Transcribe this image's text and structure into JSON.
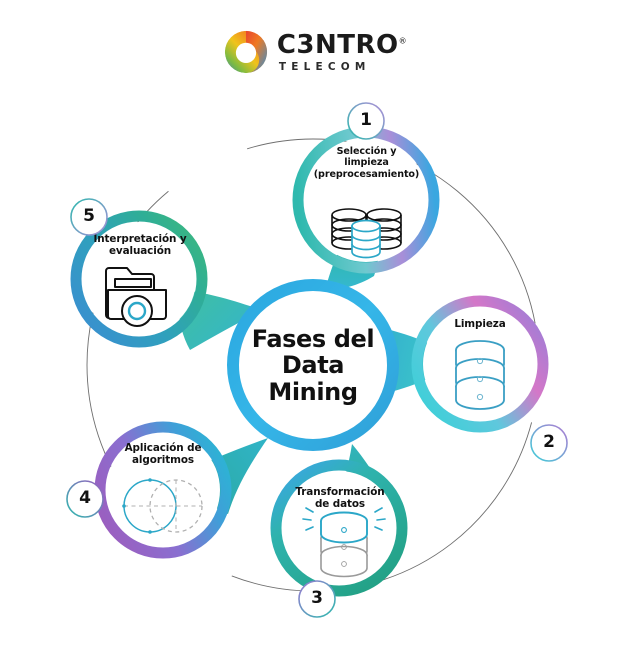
{
  "brand": {
    "logo_icon": "c3ntro-circle-logo",
    "name": "C3NTRO",
    "registered_mark": "®",
    "tagline": "TELECOM",
    "logo_colors": [
      "#7dbb42",
      "#f0c41b",
      "#f28b20",
      "#e8442f",
      "#2f8fd6",
      "#1a63a8"
    ]
  },
  "center": {
    "line1": "Fases del",
    "line2": "Data",
    "line3": "Mining",
    "ring_color_start": "#2ba7e0",
    "ring_color_end": "#39c0e8"
  },
  "diagram": {
    "type": "cycle-infographic",
    "step_count": 5,
    "outer_arc_color": "#6b6b6b",
    "background": "#ffffff"
  },
  "nodes": [
    {
      "number": "1",
      "label_lines": [
        "Selección y",
        "limpieza",
        "(preprocesamiento)"
      ],
      "icon": "stacked-databases-icon",
      "ring_start": "#2fb9ae",
      "ring_mid": "#a98ed8",
      "ring_end": "#3aa7e0",
      "badge_ring_start": "#2fb9ae",
      "badge_ring_end": "#a98ed8"
    },
    {
      "number": "2",
      "label_lines": [
        "Limpieza"
      ],
      "icon": "database-cylinder-icon",
      "ring_start": "#3ecfd8",
      "ring_mid": "#e06fc0",
      "ring_end": "#9a7ed8",
      "badge_ring_start": "#3ecfd8",
      "badge_ring_end": "#b07ad2"
    },
    {
      "number": "3",
      "label_lines": [
        "Transformación",
        "de datos"
      ],
      "icon": "shining-database-icon",
      "ring_start": "#3aa7e0",
      "ring_mid": "#2bb39b",
      "ring_end": "#24a08c",
      "badge_ring_start": "#8e7ad2",
      "badge_ring_end": "#2fb9ae"
    },
    {
      "number": "4",
      "label_lines": [
        "Aplicación de",
        "algoritmos"
      ],
      "icon": "venn-diagram-icon",
      "ring_start": "#9a5fc0",
      "ring_mid": "#7a7ad2",
      "ring_end": "#2bb5d4",
      "badge_ring_start": "#9a5fc0",
      "badge_ring_end": "#2fb9ae"
    },
    {
      "number": "5",
      "label_lines": [
        "Interpretación y",
        "evaluación"
      ],
      "icon": "folder-camera-icon",
      "ring_start": "#3a8fd0",
      "ring_mid": "#2fa8b4",
      "ring_end": "#3cb87e",
      "badge_ring_start": "#a98ed8",
      "badge_ring_end": "#2fb9ae"
    }
  ],
  "petals": {
    "color_top": "#2bb39b",
    "color_right": "#35c6c0",
    "color_bottom": "#2aab92",
    "color_left": "#2f9fb8",
    "color_upleft": "#3fbfa8"
  }
}
